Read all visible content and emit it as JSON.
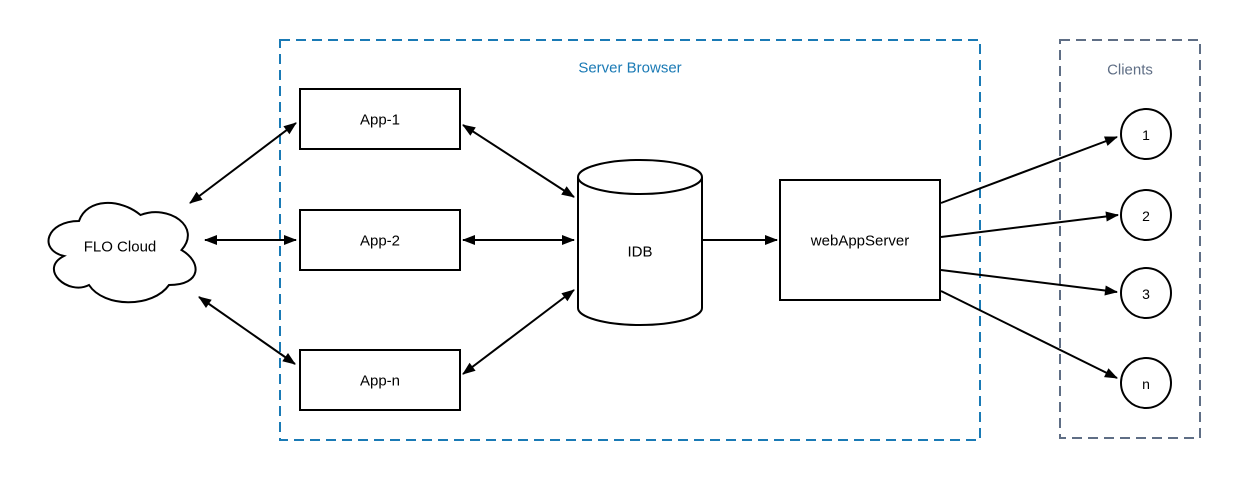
{
  "diagram": {
    "title_implied": "",
    "cloud": {
      "label": "FLO Cloud"
    },
    "server_browser": {
      "label": "Server Browser",
      "accent_color": "#1a7ab5",
      "apps": [
        {
          "label": "App-1"
        },
        {
          "label": "App-2"
        },
        {
          "label": "App-n"
        }
      ],
      "database": {
        "label": "IDB"
      },
      "web_app_server": {
        "label": "webAppServer"
      }
    },
    "clients": {
      "label": "Clients",
      "accent_color": "#5f6e85",
      "nodes": [
        {
          "label": "1"
        },
        {
          "label": "2"
        },
        {
          "label": "3"
        },
        {
          "label": "n"
        }
      ]
    },
    "edges": [
      {
        "from": "FLO Cloud",
        "to": "App-1",
        "direction": "bidirectional"
      },
      {
        "from": "FLO Cloud",
        "to": "App-2",
        "direction": "bidirectional"
      },
      {
        "from": "FLO Cloud",
        "to": "App-n",
        "direction": "bidirectional"
      },
      {
        "from": "App-1",
        "to": "IDB",
        "direction": "bidirectional"
      },
      {
        "from": "App-2",
        "to": "IDB",
        "direction": "bidirectional"
      },
      {
        "from": "App-n",
        "to": "IDB",
        "direction": "bidirectional"
      },
      {
        "from": "IDB",
        "to": "webAppServer",
        "direction": "forward"
      },
      {
        "from": "webAppServer",
        "to": "1",
        "direction": "forward"
      },
      {
        "from": "webAppServer",
        "to": "2",
        "direction": "forward"
      },
      {
        "from": "webAppServer",
        "to": "3",
        "direction": "forward"
      },
      {
        "from": "webAppServer",
        "to": "n",
        "direction": "forward"
      }
    ],
    "line_color": "#000000",
    "background_color": "#ffffff"
  }
}
